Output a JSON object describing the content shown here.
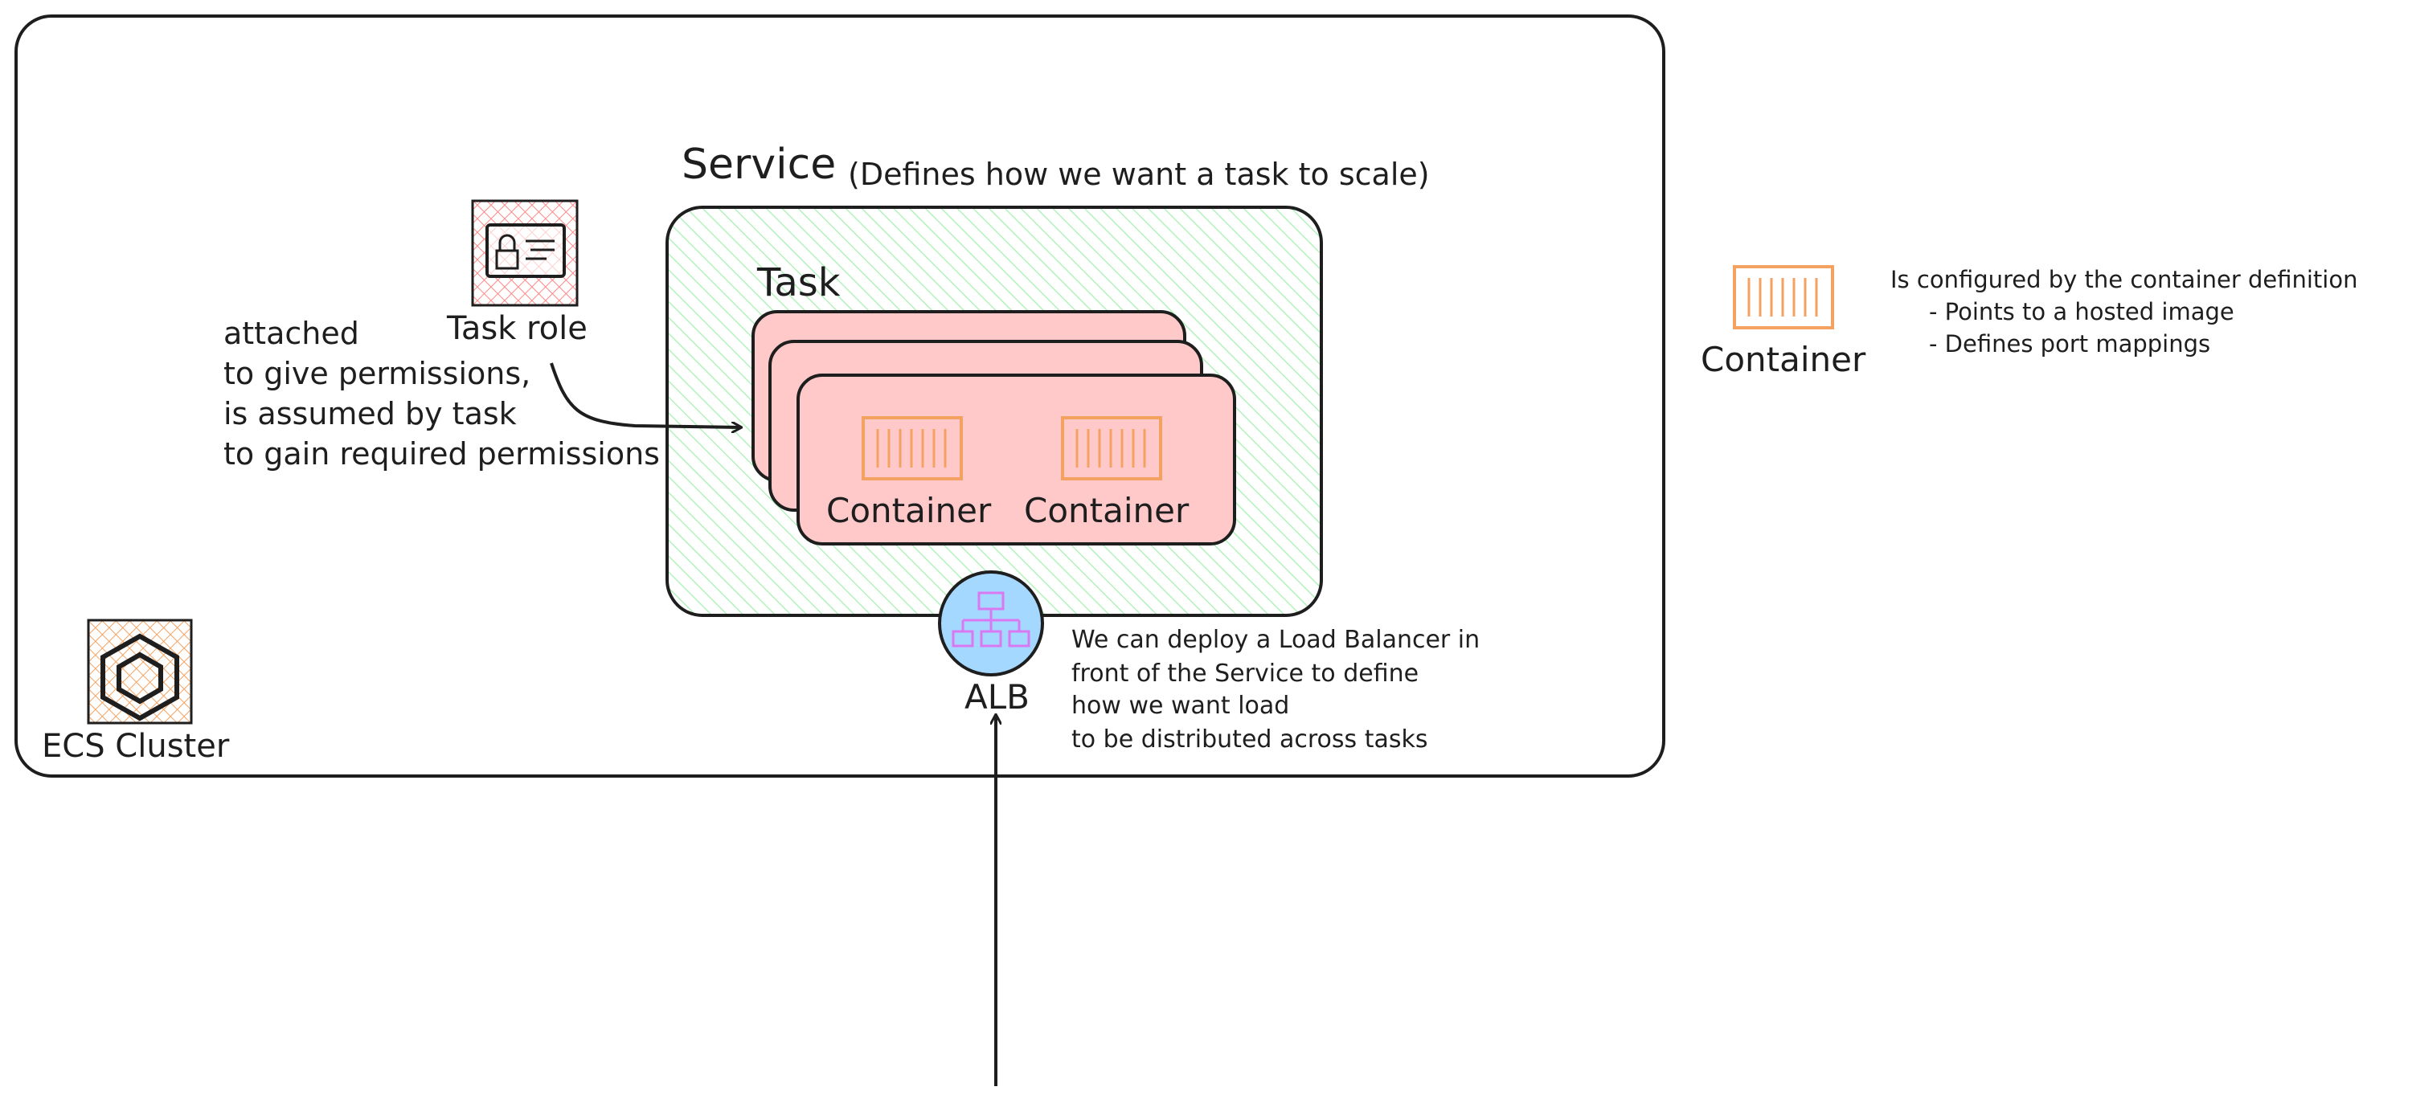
{
  "cluster": {
    "label": "ECS Cluster"
  },
  "service": {
    "title": "Service",
    "subtitle": "(Defines how we want a task to scale)"
  },
  "task": {
    "label": "Task",
    "containers": [
      "Container",
      "Container"
    ]
  },
  "task_role": {
    "label": "Task role",
    "note_lines": [
      "attached",
      "to give permissions,",
      "is assumed by task",
      "to gain required permissions"
    ]
  },
  "alb": {
    "label": "ALB",
    "note_lines": [
      "We can deploy a Load Balancer in",
      "front of the Service to define",
      "how we want load",
      "to be distributed across tasks"
    ]
  },
  "legend": {
    "container_label": "Container",
    "lines": [
      "Is configured by the container definition",
      "- Points to a hosted image",
      "- Defines port mappings"
    ]
  },
  "colors": {
    "stroke": "#1e1e1e",
    "service_hatch": "#b2f2bb",
    "task_fill": "#ffc9c9",
    "container_icon": "#f4a261",
    "role_hatch": "#ff8787",
    "cluster_hatch": "#f4a261",
    "alb_fill": "#a5d8ff",
    "alb_icon": "#da77f2"
  }
}
